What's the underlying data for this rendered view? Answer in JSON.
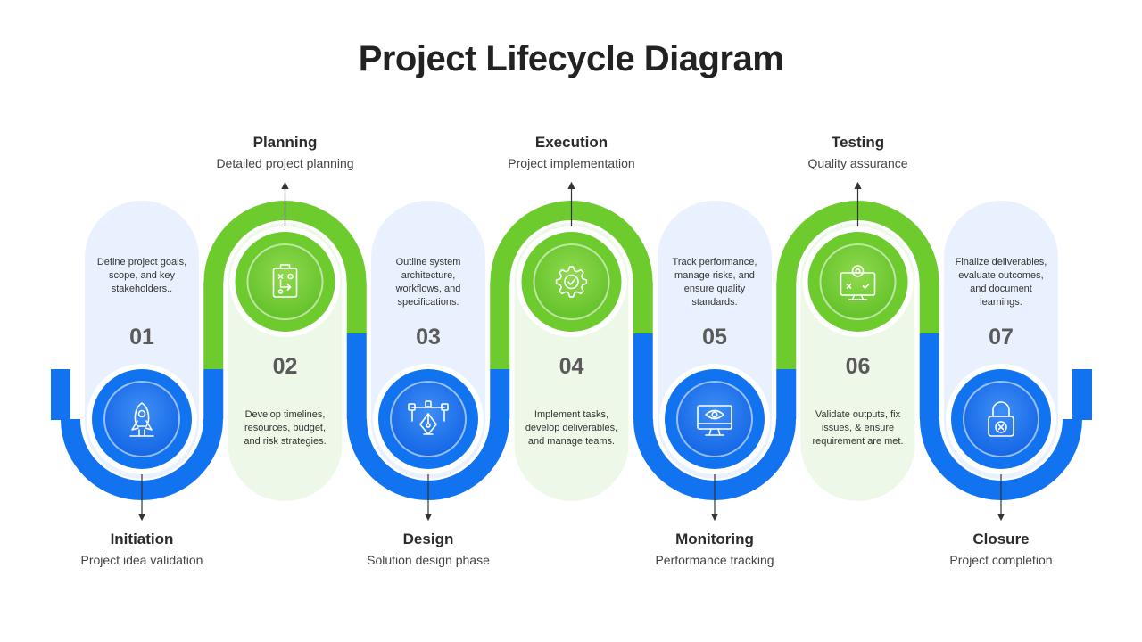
{
  "title": "Project Lifecycle Diagram",
  "colors": {
    "blue": "#1273F0",
    "green": "#6ECB2E",
    "blue_pill": "#E8F1FD",
    "green_pill": "#EEF8E8",
    "dark_text": "#2b2b2b",
    "number_text": "#5a5a5a"
  },
  "stages": [
    {
      "number": "01",
      "title": "Initiation",
      "subtitle": "Project idea validation",
      "description": [
        "Define project goals,",
        "scope, and key",
        "stakeholders.."
      ],
      "color": "blue",
      "icon": "rocket-icon"
    },
    {
      "number": "02",
      "title": "Planning",
      "subtitle": "Detailed project planning",
      "description": [
        "Develop timelines,",
        "resources, budget,",
        "and risk strategies."
      ],
      "color": "green",
      "icon": "plan-board-icon"
    },
    {
      "number": "03",
      "title": "Design",
      "subtitle": "Solution design phase",
      "description": [
        "Outline system",
        "architecture,",
        "workflows, and",
        "specifications."
      ],
      "color": "blue",
      "icon": "pen-tool-icon"
    },
    {
      "number": "04",
      "title": "Execution",
      "subtitle": "Project implementation",
      "description": [
        "Implement tasks,",
        "develop deliverables,",
        "and manage teams."
      ],
      "color": "green",
      "icon": "gear-check-icon"
    },
    {
      "number": "05",
      "title": "Monitoring",
      "subtitle": "Performance tracking",
      "description": [
        "Track performance,",
        "manage risks, and",
        "ensure quality",
        "standards."
      ],
      "color": "blue",
      "icon": "monitor-eye-icon"
    },
    {
      "number": "06",
      "title": "Testing",
      "subtitle": "Quality assurance",
      "description": [
        "Validate outputs, fix",
        "issues, & ensure",
        "requirement are met."
      ],
      "color": "green",
      "icon": "test-screen-icon"
    },
    {
      "number": "07",
      "title": "Closure",
      "subtitle": "Project completion",
      "description": [
        "Finalize deliverables,",
        "evaluate outcomes,",
        "and document",
        "learnings."
      ],
      "color": "blue",
      "icon": "lock-icon"
    }
  ]
}
